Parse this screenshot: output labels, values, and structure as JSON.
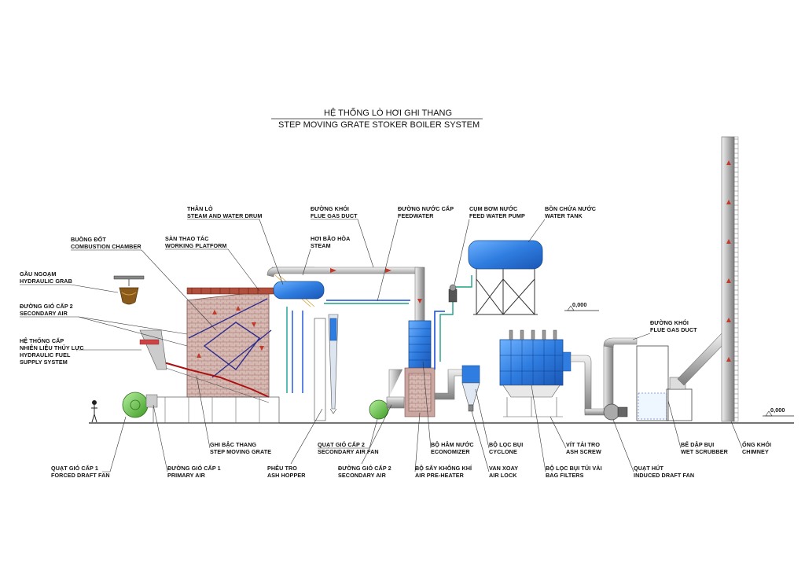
{
  "title": {
    "vi": "HỆ THỐNG LÒ HƠI GHI THANG",
    "en": "STEP MOVING GRATE STOKER BOILER SYSTEM"
  },
  "levels": {
    "left": "0,000",
    "right": "0,000"
  },
  "labels": {
    "steam_drum": {
      "vi": "THÂN LÒ",
      "en": "STEAM AND WATER DRUM"
    },
    "combustion_chamber": {
      "vi": "BUỒNG ĐỐT",
      "en": "COMBUSTION CHAMBER"
    },
    "working_platform": {
      "vi": "SÀN THAO TÁC",
      "en": "WORKING PLATFORM"
    },
    "hydraulic_grab": {
      "vi": "GẦU NGOẠM",
      "en": "HYDRAULIC GRAB"
    },
    "secondary_air_top": {
      "vi": "ĐƯỜNG GIÓ CẤP 2",
      "en": "SECONDARY AIR"
    },
    "fuel_supply": {
      "vi1": "HỆ THỐNG CẤP",
      "vi2": "NHIÊN LIỆU THỦY LỰC",
      "en1": "HYDRAULIC FUEL",
      "en2": "SUPPLY SYSTEM"
    },
    "flue_gas_duct": {
      "vi": "ĐƯỜNG KHÓI",
      "en": "FLUE GAS DUCT"
    },
    "steam": {
      "vi": "HƠI BÃO HÒA",
      "en": "STEAM"
    },
    "feedwater": {
      "vi": "ĐƯỜNG NƯỚC CẤP",
      "en": "FEEDWATER"
    },
    "feed_pump": {
      "vi": "CỤM BƠM NƯỚC",
      "en": "FEED WATER PUMP"
    },
    "water_tank": {
      "vi": "BỒN CHỨA NƯỚC",
      "en": "WATER TANK"
    },
    "flue_gas_duct_2": {
      "vi": "ĐƯỜNG KHÓI",
      "en": "FLUE GAS DUCT"
    },
    "forced_draft_fan": {
      "vi": "QUẠT GIÓ CẤP 1",
      "en": "FORCED DRAFT FAN"
    },
    "primary_air": {
      "vi": "ĐƯỜNG GIÓ CẤP 1",
      "en": "PRIMARY AIR"
    },
    "step_grate": {
      "vi": "GHI BẬC THANG",
      "en": "STEP MOVING GRATE"
    },
    "ash_hopper": {
      "vi": "PHỄU TRO",
      "en": "ASH HOPPER"
    },
    "secondary_air_fan": {
      "vi": "QUẠT GIÓ CẤP 2",
      "en": "SECONDARY AIR FAN"
    },
    "secondary_air_bot": {
      "vi": "ĐƯỜNG GIÓ CẤP 2",
      "en": "SECONDARY AIR"
    },
    "economizer": {
      "vi": "BỘ HÂM NƯỚC",
      "en": "ECONOMIZER"
    },
    "air_preheater": {
      "vi": "BỘ SẤY KHÔNG KHÍ",
      "en": "AIR PRE-HEATER"
    },
    "cyclone": {
      "vi": "BỘ LỌC BỤI",
      "en": "CYCLONE"
    },
    "air_lock": {
      "vi": "VAN XOAY",
      "en": "AIR LOCK"
    },
    "ash_screw": {
      "vi": "VÍT TẢI TRO",
      "en": "ASH SCREW"
    },
    "bag_filters": {
      "vi": "BỘ LỌC BỤI TÚI VẢI",
      "en": "BAG FILTERS"
    },
    "induced_draft_fan": {
      "vi": "QUẠT HÚT",
      "en": "INDUCED DRAFT FAN"
    },
    "wet_scrubber": {
      "vi": "BỂ DẬP BỤI",
      "en": "WET SCRUBBER"
    },
    "chimney": {
      "vi": "ỐNG KHÓI",
      "en": "CHIMNEY"
    }
  }
}
